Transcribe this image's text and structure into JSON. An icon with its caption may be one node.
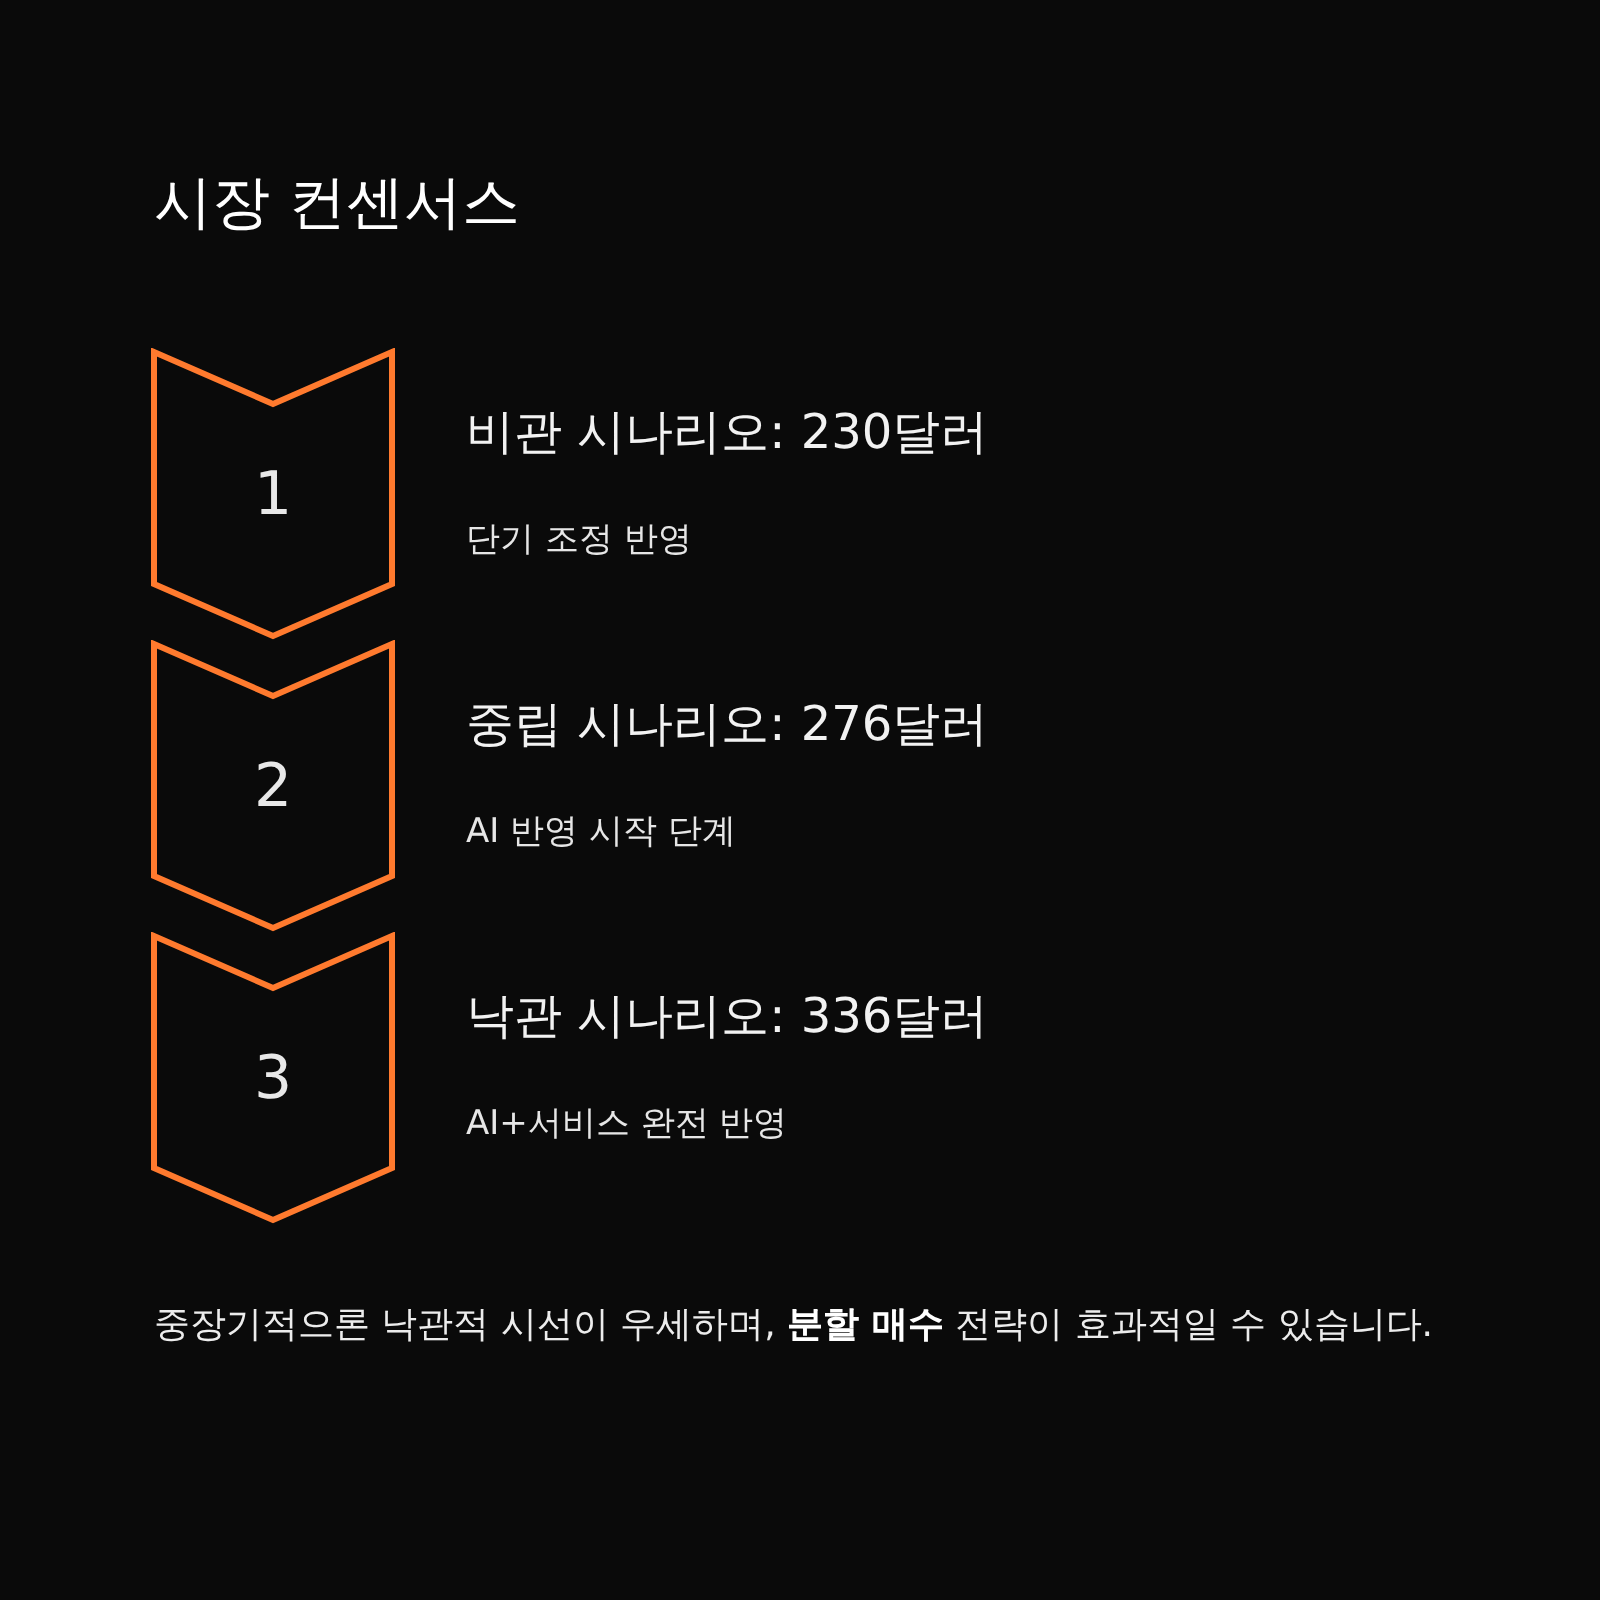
{
  "diagram": {
    "title": "시장 컨센서스",
    "nodes": [
      {
        "text": [
          "1"
        ],
        "beside": [
          "비관 시나리오: 230달러",
          "단기 조정 반영"
        ]
      },
      {
        "text": [
          "2"
        ],
        "beside": [
          "중립 시나리오: 276달러",
          "AI 반영 시작 단계"
        ]
      },
      {
        "text": [
          "3"
        ],
        "beside": [
          "낙관 시나리오: 336달러",
          "AI+서비스 완전 반영"
        ]
      }
    ],
    "caption": "중장기적으론 낙관적 시선이 우세하며, **분할 매수** 전략이 효과적일 수 있습니다."
  }
}
